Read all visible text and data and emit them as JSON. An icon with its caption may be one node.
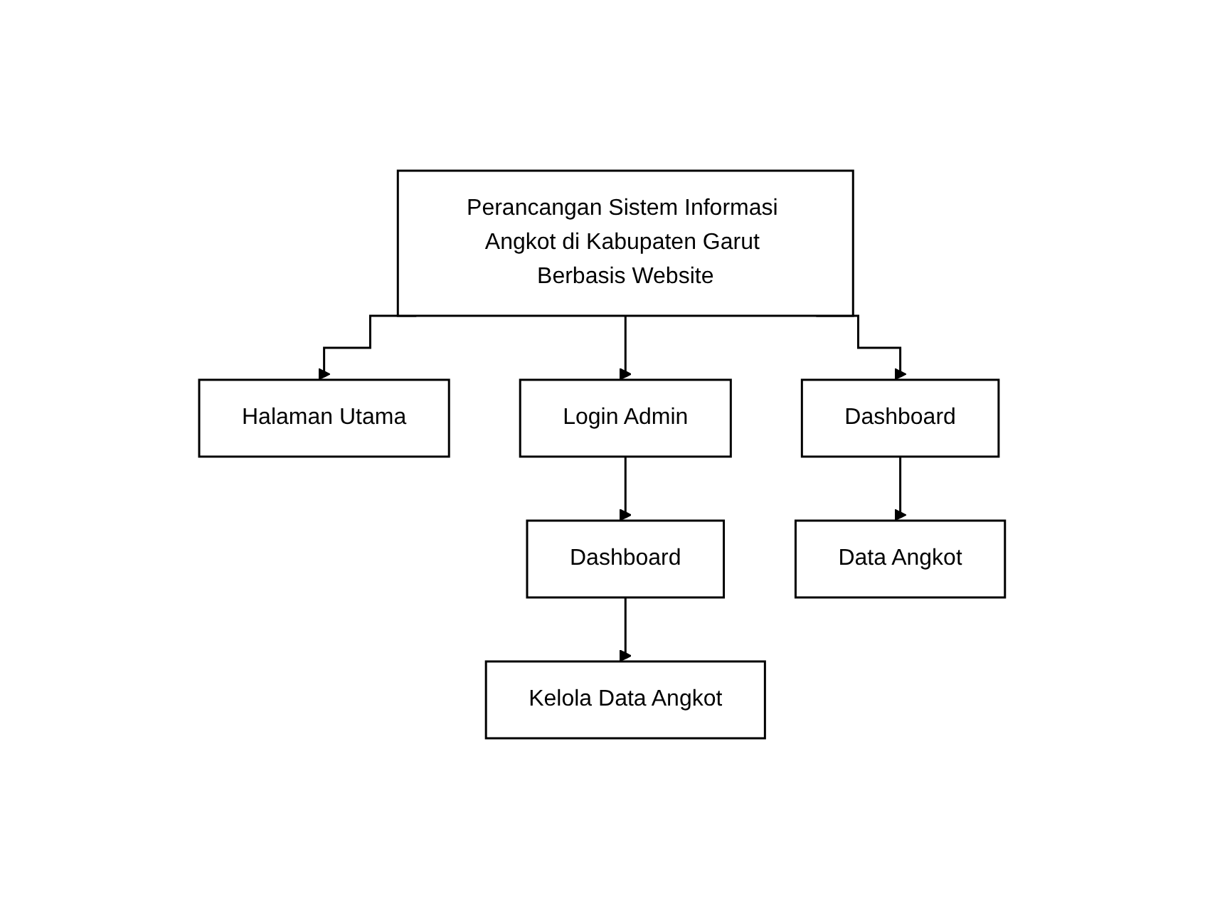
{
  "diagram": {
    "nodes": [
      {
        "text": [
          "Perancangan Sistem Informasi Angkot di Kabupaten Garut Berbasis Website"
        ]
      },
      {
        "text": [
          "Halaman Utama"
        ]
      },
      {
        "text": [
          "Login Admin"
        ]
      },
      {
        "text": [
          "Dashboard"
        ]
      },
      {
        "text": [
          "Dashboard"
        ]
      },
      {
        "text": [
          "Kelola Data Angkot"
        ]
      },
      {
        "text": [
          "Data Angkot"
        ]
      }
    ],
    "edges": [
      {
        "from": 0,
        "to": 1,
        "arrow": "to"
      },
      {
        "from": 0,
        "to": 2,
        "arrow": "to"
      },
      {
        "from": 0,
        "to": 4,
        "arrow": "to"
      },
      {
        "from": 2,
        "to": 3,
        "arrow": "to"
      },
      {
        "from": 3,
        "to": 5,
        "arrow": "to"
      },
      {
        "from": 4,
        "to": 6,
        "arrow": "to"
      }
    ]
  }
}
